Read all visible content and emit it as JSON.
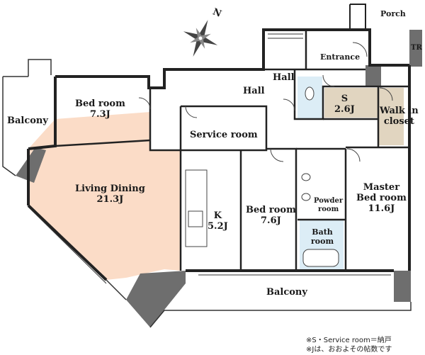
{
  "rooms": {
    "porch": "Porch",
    "tr": "TR",
    "entrance": "Entrance",
    "hall_a": "Hall",
    "hall_b": "Hall",
    "storage": {
      "name": "S",
      "size": "2.6J"
    },
    "walk_in_closet": {
      "line1": "Walk in",
      "line2": "closet"
    },
    "bedroom_west": {
      "name": "Bed room",
      "size": "7.3J"
    },
    "service_room": "Service room",
    "living_dining": {
      "name": "Living Dining",
      "size": "21.3J"
    },
    "kitchen": {
      "name": "K",
      "size": "5.2J"
    },
    "bedroom_center": {
      "name": "Bed room",
      "size": "7.6J"
    },
    "powder_room": {
      "line1": "Powder",
      "line2": "room"
    },
    "bath_room": {
      "line1": "Bath",
      "line2": "room"
    },
    "master_bedroom": {
      "line1": "Master",
      "line2": "Bed room",
      "size": "11.6J"
    },
    "balcony_west": "Balcony",
    "balcony_south": "Balcony"
  },
  "compass": {
    "label": "N"
  },
  "notes": {
    "line1": "※S・Service room＝納戸",
    "line2": "※Jは、おおよその帖数です"
  },
  "colors": {
    "living_dining": "#fbdcc7",
    "storage": "#e1d5c0",
    "walk_in_closet": "#e1d5c0",
    "wet_area": "#dcedf6",
    "column": "#6e6e6e",
    "wall": "#222222"
  }
}
